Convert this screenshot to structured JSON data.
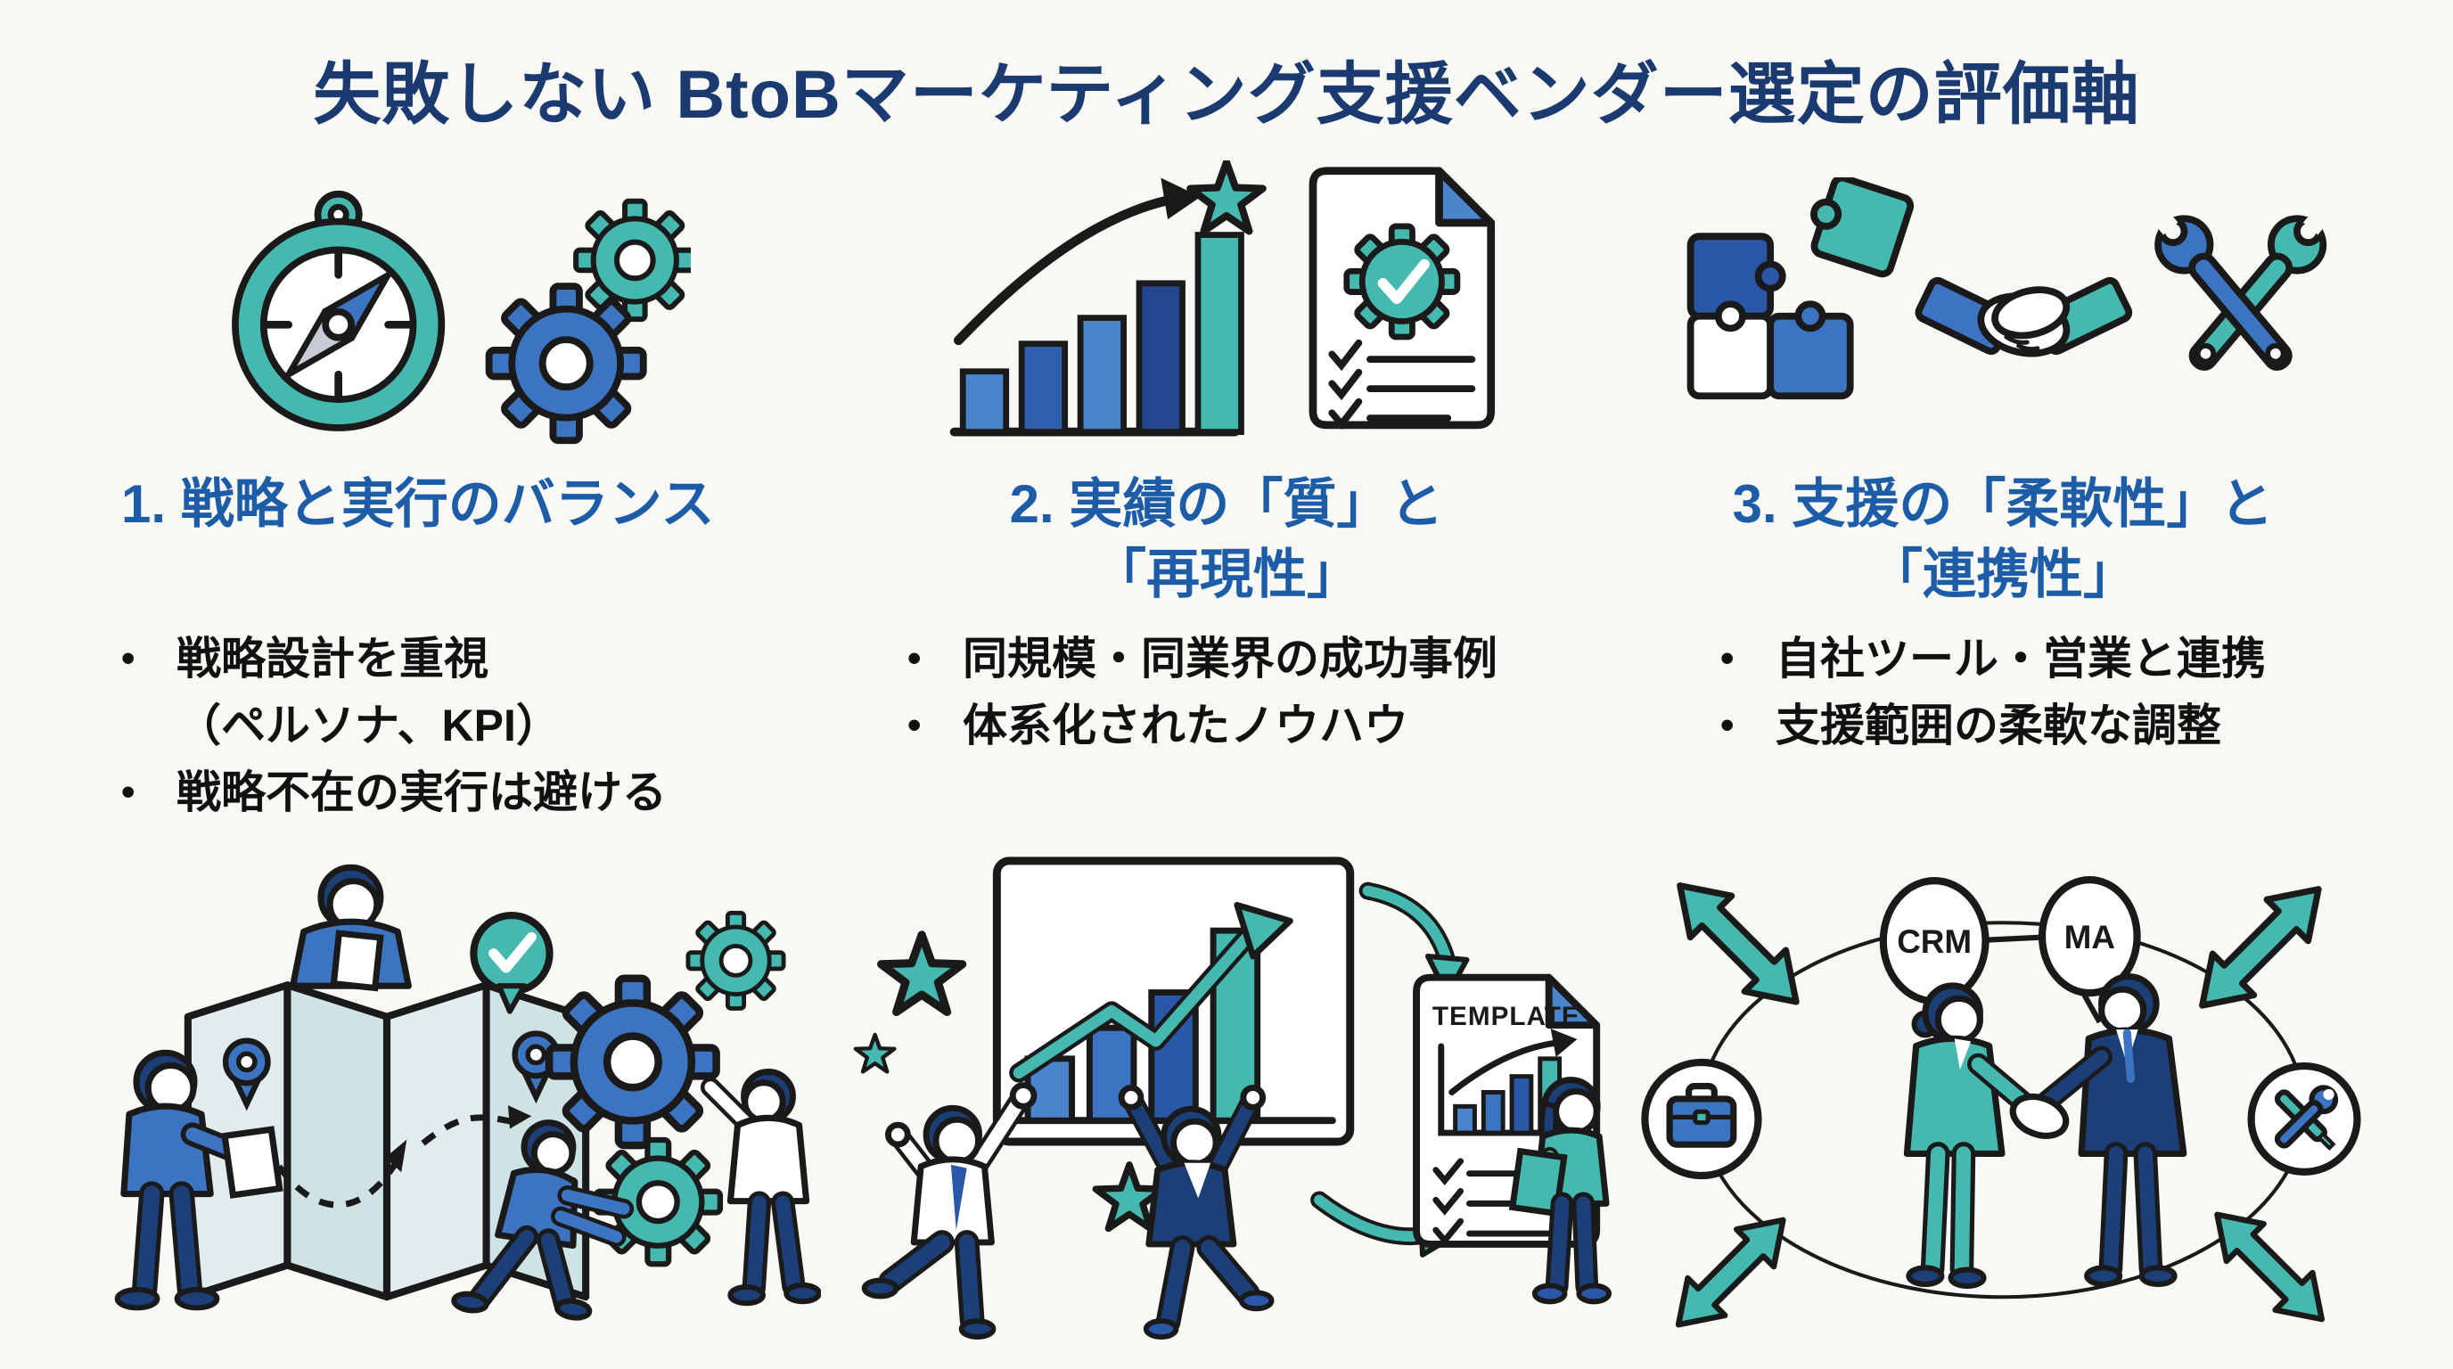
{
  "title": "失敗しない BtoBマーケティング支援ベンダー選定の評価軸",
  "bullet_char": "•",
  "colors": {
    "title_navy": "#1b3a70",
    "heading_blue": "#1d5ca6",
    "teal": "#45b9af",
    "blue": "#3d74c2",
    "light_blue": "#4a84cc",
    "royal_blue": "#2b57a8",
    "navy": "#1d3f77",
    "outline_black": "#1a1a1a",
    "text_black": "#111111",
    "background": "#f8f8f5",
    "map_panel_light": "#e2ebed",
    "map_panel_teal": "#cfe2e4"
  },
  "columns": [
    {
      "heading_lines": [
        "1. 戦略と実行のバランス"
      ],
      "bullets": [
        {
          "lines": [
            "戦略設計を重視",
            "（ペルソナ、KPI）"
          ]
        },
        {
          "lines": [
            "戦略不在の実行は避ける"
          ]
        }
      ],
      "icons": [
        "compass-icon",
        "gear-icon",
        "gear-icon"
      ],
      "illustration": "team-planning-map-and-gears"
    },
    {
      "heading_lines": [
        "2. 実績の「質」と",
        "「再現性」"
      ],
      "bullets": [
        {
          "lines": [
            "同規模・同業界の成功事例"
          ]
        },
        {
          "lines": [
            "体系化されたノウハウ"
          ]
        }
      ],
      "icons": [
        "growth-chart-star-icon",
        "certified-document-icon"
      ],
      "illustration": "team-celebrating-growth-template"
    },
    {
      "heading_lines": [
        "3. 支援の「柔軟性」と",
        "「連携性」"
      ],
      "bullets": [
        {
          "lines": [
            "自社ツール・営業と連携"
          ]
        },
        {
          "lines": [
            "支援範囲の柔軟な調整"
          ]
        }
      ],
      "icons": [
        "puzzle-icon",
        "handshake-icon",
        "crossed-wrenches-icon"
      ],
      "illustration": "partnership-network"
    }
  ],
  "scene_labels": {
    "template": "TEMPLATE",
    "crm": "CRM",
    "ma": "MA"
  }
}
